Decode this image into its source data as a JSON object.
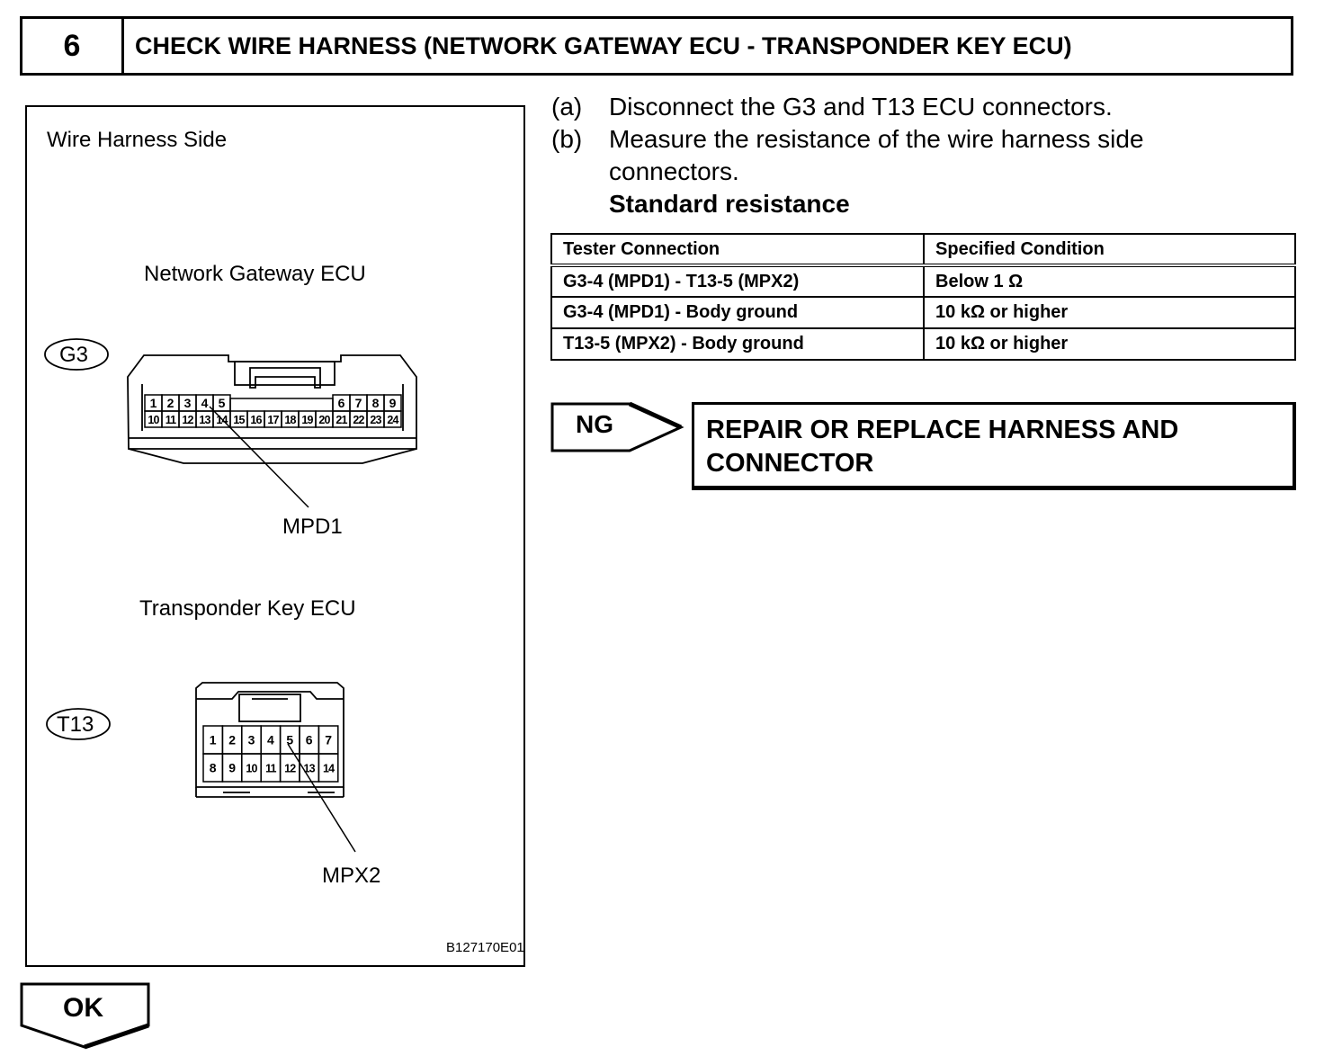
{
  "step": {
    "number": "6",
    "title": "CHECK WIRE HARNESS (NETWORK GATEWAY ECU - TRANSPONDER KEY ECU)"
  },
  "figure": {
    "side_label": "Wire Harness Side",
    "ecu1": {
      "name": "Network Gateway ECU",
      "connector_code": "G3",
      "pins_top": [
        "1",
        "2",
        "3",
        "4",
        "5",
        "6",
        "7",
        "8",
        "9"
      ],
      "pins_bottom": [
        "10",
        "11",
        "12",
        "13",
        "14",
        "15",
        "16",
        "17",
        "18",
        "19",
        "20",
        "21",
        "22",
        "23",
        "24"
      ],
      "callout": "MPD1"
    },
    "ecu2": {
      "name": "Transponder Key ECU",
      "connector_code": "T13",
      "pins_top": [
        "1",
        "2",
        "3",
        "4",
        "5",
        "6",
        "7"
      ],
      "pins_bottom": [
        "8",
        "9",
        "10",
        "11",
        "12",
        "13",
        "14"
      ],
      "callout": "MPX2"
    },
    "image_code": "B127170E01"
  },
  "instructions": [
    {
      "label": "(a)",
      "text": "Disconnect the G3 and T13 ECU connectors."
    },
    {
      "label": "(b)",
      "text_line1": "Measure the resistance of the wire harness side",
      "text_line2": "connectors."
    }
  ],
  "standard_heading": "Standard resistance",
  "table": {
    "headers": [
      "Tester Connection",
      "Specified Condition"
    ],
    "rows": [
      [
        "G3-4 (MPD1) - T13-5 (MPX2)",
        "Below 1 Ω"
      ],
      [
        "G3-4 (MPD1) - Body ground",
        "10 kΩ or higher"
      ],
      [
        "T13-5 (MPX2) - Body ground",
        "10 kΩ or higher"
      ]
    ]
  },
  "ng": {
    "label": "NG",
    "result_line1": "REPAIR OR REPLACE HARNESS AND",
    "result_line2": "CONNECTOR"
  },
  "ok": {
    "label": "OK"
  }
}
